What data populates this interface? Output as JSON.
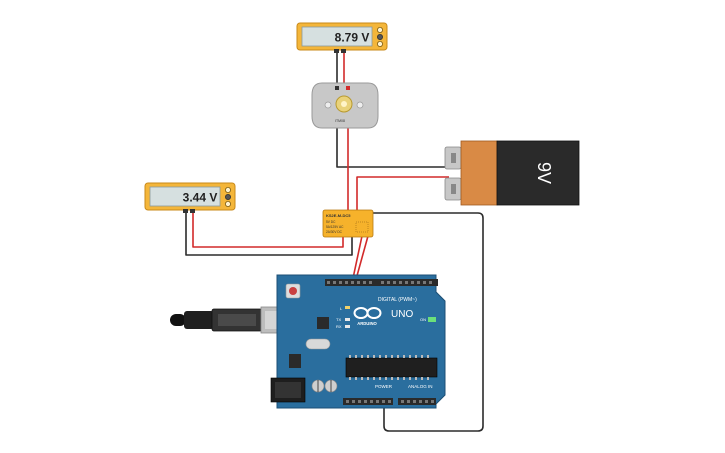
{
  "multimeter_top": {
    "reading": "8.79 V"
  },
  "multimeter_left": {
    "reading": "3.44 V"
  },
  "motor": {
    "label": "ITM08"
  },
  "battery": {
    "label": "9V"
  },
  "relay": {
    "title": "KS2E-M-DC5",
    "line1": "5V DC",
    "line2": "5A/125V AC",
    "line3": "2A/30V DC"
  },
  "arduino": {
    "brand": "ARDUINO",
    "model": "UNO",
    "digital_label": "DIGITAL (PWM~)",
    "power_label": "POWER",
    "analog_label": "ANALOG IN",
    "tx_label": "TX",
    "rx_label": "RX",
    "on_label": "ON",
    "l_label": "L"
  },
  "colors": {
    "multimeter_body": "#f4b63a",
    "lcd": "#d6e0e0",
    "battery_copper": "#d98a45",
    "battery_black": "#2a2a2a",
    "relay_body": "#f6b22b",
    "arduino_board": "#2a6e9e",
    "wire_red": "#d22a2a",
    "wire_black": "#2b2b2b"
  }
}
